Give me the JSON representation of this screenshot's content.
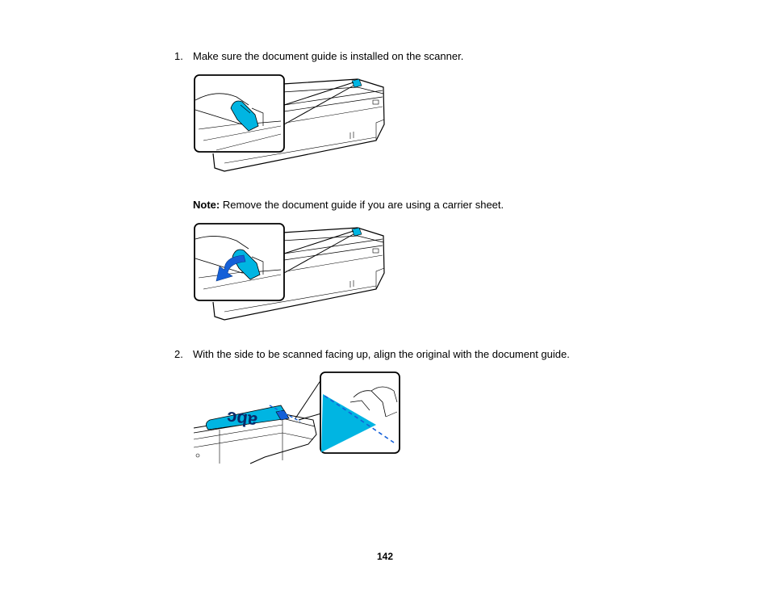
{
  "steps": [
    {
      "number": "1.",
      "text": "Make sure the document guide is installed on the scanner."
    },
    {
      "number": "2.",
      "text": "With the side to be scanned facing up, align the original with the document guide."
    }
  ],
  "note": {
    "label": "Note:",
    "text": " Remove the document guide if you are using a carrier sheet."
  },
  "figure3": {
    "sheet_text": "abc"
  },
  "page_number": "142",
  "colors": {
    "accent": "#00b5e2",
    "arrow": "#1560d8",
    "line": "#000000"
  }
}
